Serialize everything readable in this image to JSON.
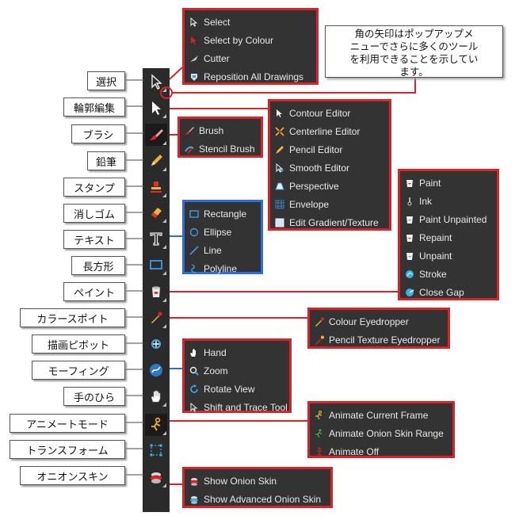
{
  "callout": {
    "lines": [
      "角の矢印はポップアップメ",
      "ニューでさらに多くのツール",
      "を利用できることを示してい",
      "ます。"
    ]
  },
  "labels": [
    "選択",
    "輪郭編集",
    "ブラシ",
    "鉛筆",
    "スタンプ",
    "消しゴム",
    "テキスト",
    "長方形",
    "ペイント",
    "カラースポイト",
    "描画ピボット",
    "モーフィング",
    "手のひら",
    "アニメートモード",
    "トランスフォーム",
    "オニオンスキン"
  ],
  "menus": {
    "select": [
      "Select",
      "Select by Colour",
      "Cutter",
      "Reposition All Drawings"
    ],
    "contour": [
      "Contour Editor",
      "Centerline Editor",
      "Pencil Editor",
      "Smooth Editor",
      "Perspective",
      "Envelope",
      "Edit Gradient/Texture"
    ],
    "brush": [
      "Brush",
      "Stencil Brush"
    ],
    "shape": [
      "Rectangle",
      "Ellipse",
      "Line",
      "Polyline"
    ],
    "paint": [
      "Paint",
      "Ink",
      "Paint Unpainted",
      "Repaint",
      "Unpaint",
      "Stroke",
      "Close Gap"
    ],
    "eyedropper": [
      "Colour Eyedropper",
      "Pencil Texture Eyedropper"
    ],
    "hand": [
      "Hand",
      "Zoom",
      "Rotate View",
      "Shift and Trace Tool"
    ],
    "animate": [
      "Animate Current Frame",
      "Animate Onion Skin Range",
      "Animate Off"
    ],
    "onion": [
      "Show Onion Skin",
      "Show Advanced Onion Skin"
    ]
  },
  "colors": {
    "accent_red": "#d8232a",
    "accent_blue": "#2a6edc",
    "toolbar_bg": "#2b2b2b"
  }
}
